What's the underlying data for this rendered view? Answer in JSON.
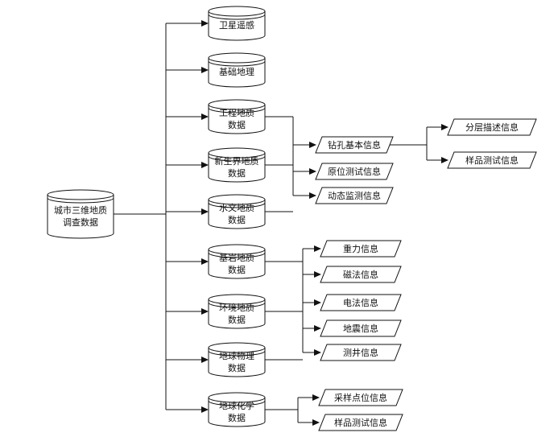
{
  "source_db": [
    "城市三维地质",
    "调查数据"
  ],
  "databases": [
    {
      "id": "remote",
      "lines": [
        "卫星遥感"
      ]
    },
    {
      "id": "geo-base",
      "lines": [
        "基础地理"
      ]
    },
    {
      "id": "engineering",
      "lines": [
        "工程地质",
        "数据"
      ]
    },
    {
      "id": "cenozoic",
      "lines": [
        "新生界地质",
        "数据"
      ]
    },
    {
      "id": "hydro",
      "lines": [
        "水文地质",
        "数据"
      ]
    },
    {
      "id": "bedrock",
      "lines": [
        "基岩地质",
        "数据"
      ]
    },
    {
      "id": "environment",
      "lines": [
        "环境地质",
        "数据"
      ]
    },
    {
      "id": "geophysics",
      "lines": [
        "地球物理",
        "数据"
      ]
    },
    {
      "id": "geochemistry",
      "lines": [
        "地球化学",
        "数据"
      ]
    }
  ],
  "info_groups": {
    "drilling": [
      "钻孔基本信息",
      "原位测试信息",
      "动态监测信息"
    ],
    "drill_detail": [
      "分层描述信息",
      "样品测试信息"
    ],
    "geophysics": [
      "重力信息",
      "磁法信息",
      "电法信息",
      "地震信息",
      "测井信息"
    ],
    "geochemistry": [
      "采样点位信息",
      "样品测试信息"
    ]
  }
}
